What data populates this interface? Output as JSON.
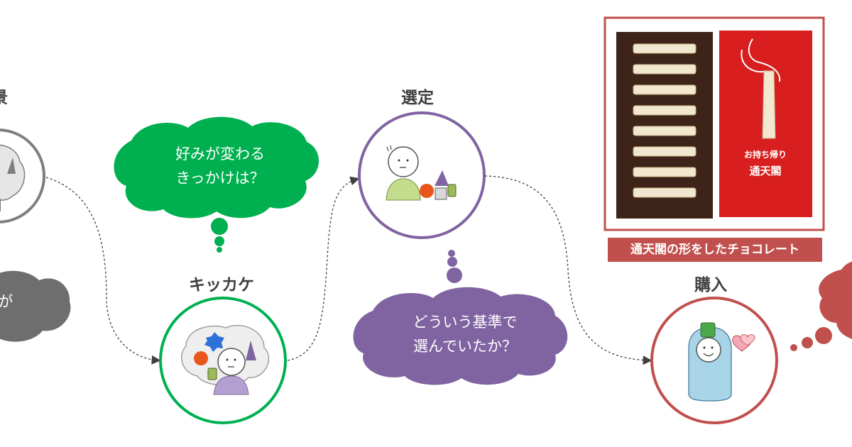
{
  "stages": {
    "first": {
      "label": "景"
    },
    "kikkake": {
      "label": "キッカケ"
    },
    "sentei": {
      "label": "選定"
    },
    "kounyu": {
      "label": "購入"
    }
  },
  "bubbles": {
    "left_partial": {
      "text": "が"
    },
    "green": {
      "line1": "好みが変わる",
      "line2": "きっかけは？"
    },
    "purple": {
      "line1": "どういう基準で",
      "line2": "選んでいたか？"
    }
  },
  "product": {
    "box_title": "お持ち帰り",
    "box_brand": "通天閣",
    "caption": "通天閣の形をしたチョコレート"
  },
  "colors": {
    "gray": "#7f7f7f",
    "green": "#00b050",
    "purple": "#8064a2",
    "red": "#c0504d",
    "product_red": "#d81e1e"
  }
}
